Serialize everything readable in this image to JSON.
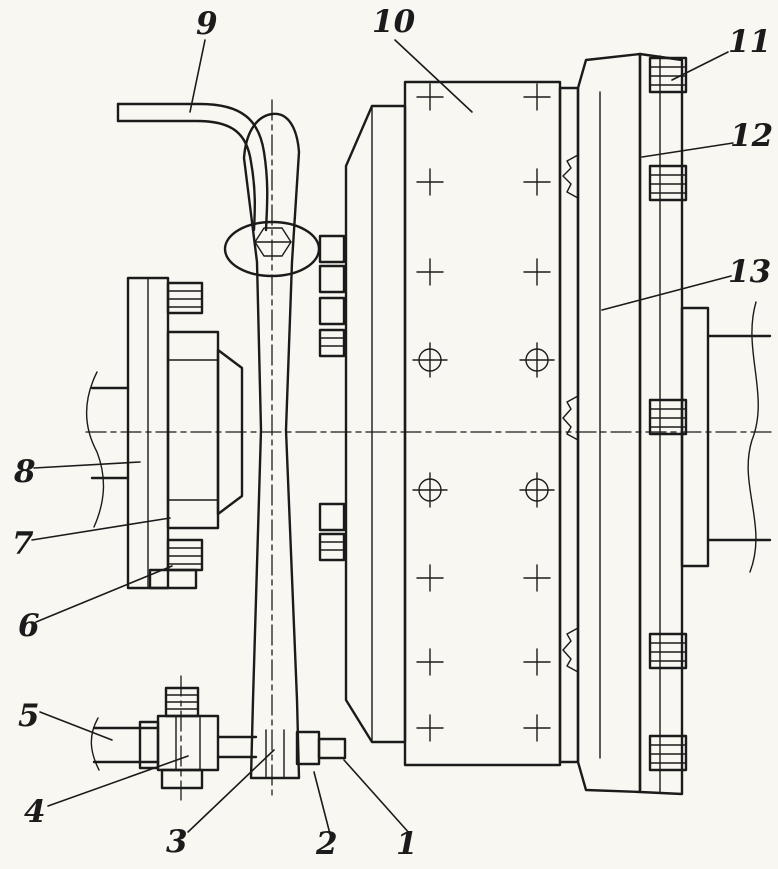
{
  "figure": {
    "background": "#f8f7f2",
    "ink": "#1b1b1b",
    "callouts": [
      {
        "text": "9"
      },
      {
        "text": "10"
      },
      {
        "text": "11"
      },
      {
        "text": "12"
      },
      {
        "text": "13"
      },
      {
        "text": "8"
      },
      {
        "text": "7"
      },
      {
        "text": "6"
      },
      {
        "text": "5"
      },
      {
        "text": "4"
      },
      {
        "text": "3"
      },
      {
        "text": "2"
      },
      {
        "text": "1"
      }
    ]
  }
}
